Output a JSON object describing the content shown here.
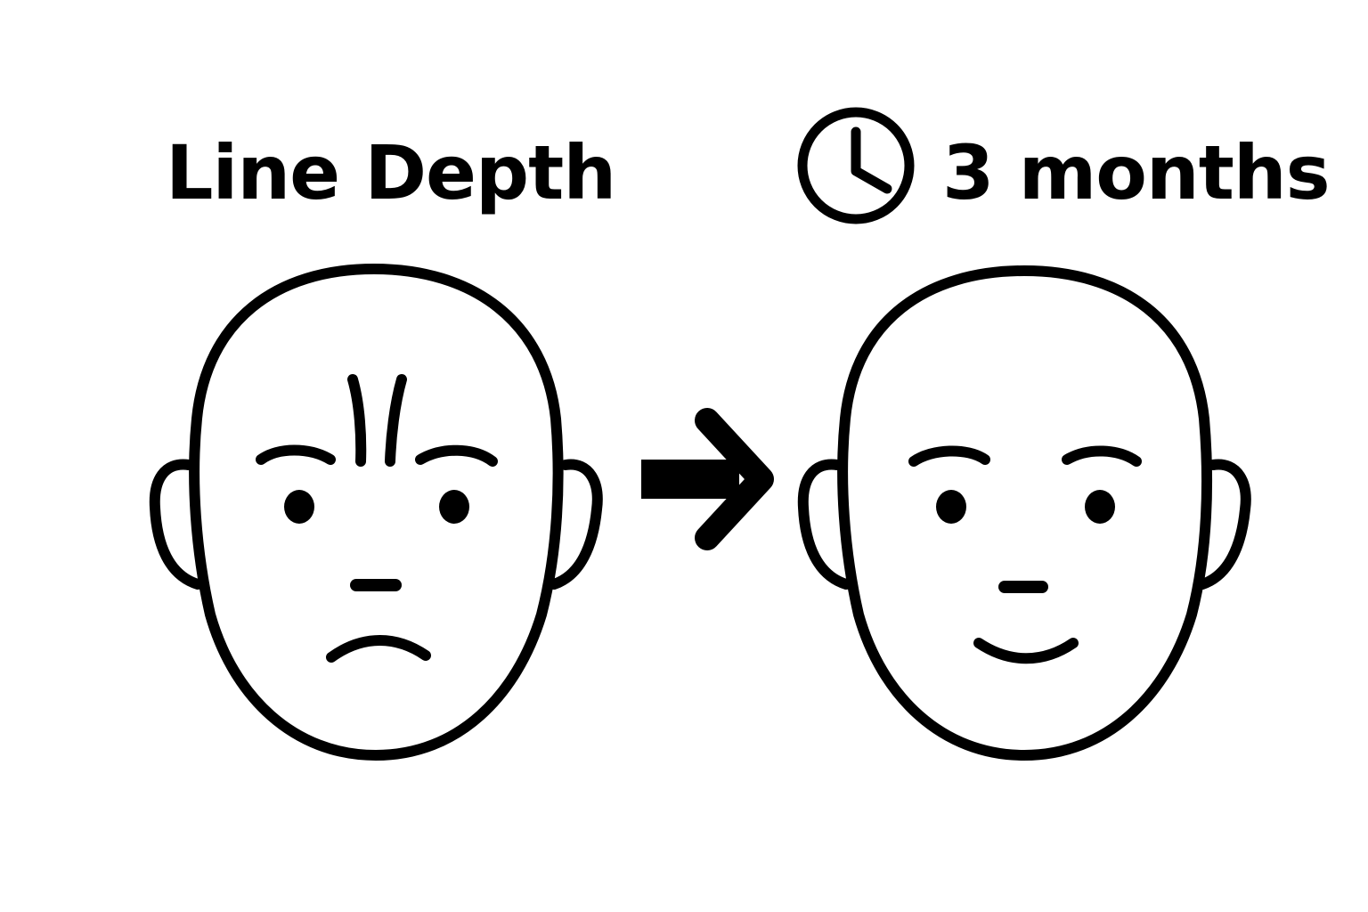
{
  "left_label": "Line Depth",
  "right_label": "3 months",
  "icons": {
    "clock": "clock-icon",
    "arrow": "right-arrow-icon"
  },
  "before_face": {
    "expression": "frowning",
    "forehead_lines": 2
  },
  "after_face": {
    "expression": "smiling",
    "forehead_lines": 0
  },
  "colors": {
    "stroke": "#000000",
    "background": "#ffffff"
  }
}
